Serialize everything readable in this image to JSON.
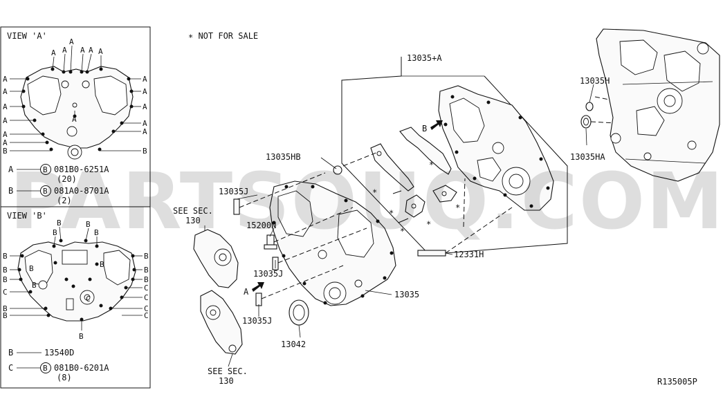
{
  "view_a": {
    "title": "VIEW 'A'",
    "letter": "A",
    "legend": [
      {
        "key": "A",
        "circle": "B",
        "part": "081B0-6251A",
        "qty": "(20)"
      },
      {
        "key": "B",
        "circle": "B",
        "part": "081A0-8701A",
        "qty": "(2)"
      }
    ]
  },
  "view_b": {
    "title": "VIEW 'B'",
    "letter_b": "B",
    "letter_c": "C",
    "legend": [
      {
        "key": "B",
        "part": "13540D"
      },
      {
        "key": "C",
        "circle": "B",
        "part": "081B0-6201A",
        "qty": "(8)"
      }
    ]
  },
  "note": "∗ NOT FOR SALE",
  "watermark": "PARTSOUQ.COM",
  "callouts": {
    "c13035_a": "13035+A",
    "c13035h": "13035H",
    "c13035ha": "13035HA",
    "c13035hb": "13035HB",
    "c13035j_1": "13035J",
    "c13035j_2": "13035J",
    "c13035j_3": "13035J",
    "c15200n": "15200N",
    "c12331h": "12331H",
    "c13035": "13035",
    "c13042": "13042",
    "see_sec_top_1": "SEE SEC.",
    "see_sec_top_2": "130",
    "see_sec_bot_1": "SEE SEC.",
    "see_sec_bot_2": "130",
    "arrow_a": "A",
    "arrow_b": "B",
    "star": "∗"
  },
  "ref_code": "R135005P"
}
